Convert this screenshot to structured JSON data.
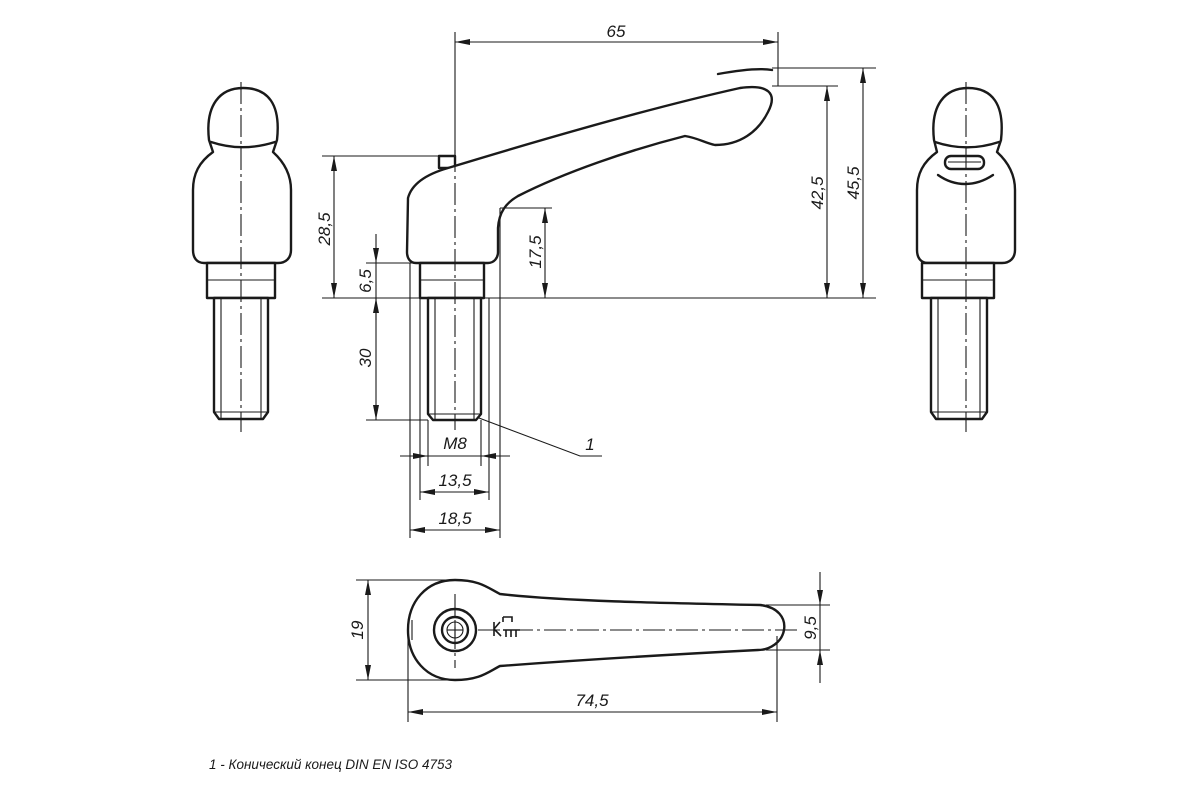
{
  "dimensions": {
    "overall_length_side": "65",
    "total_height": "45,5",
    "handle_height": "42,5",
    "hub_height": "28,5",
    "clearance_height": "17,5",
    "collar_height": "6,5",
    "thread_length": "30",
    "thread_size": "M8",
    "collar_diameter": "13,5",
    "hub_diameter": "18,5",
    "top_width": "19",
    "tip_width": "9,5",
    "overall_length_top": "74,5"
  },
  "callouts": {
    "item_1_label": "1"
  },
  "footnote": "1 - Конический конец DIN EN ISO 4753"
}
